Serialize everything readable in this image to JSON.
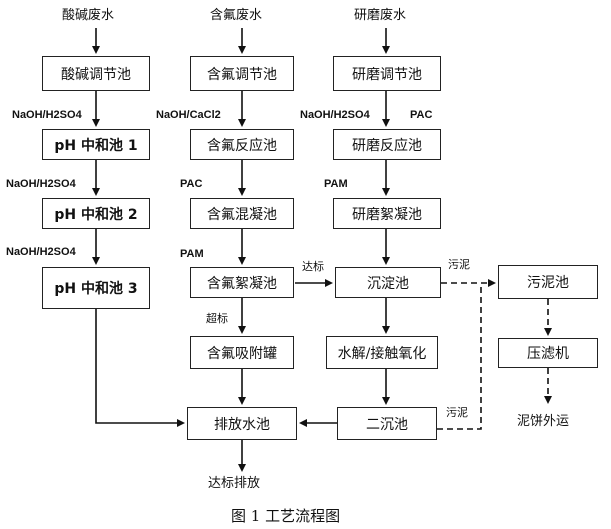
{
  "sources": {
    "acid_alkali": "酸碱废水",
    "fluoride": "含氟废水",
    "grinding": "研磨废水"
  },
  "col1": {
    "adjust": "酸碱调节池",
    "chem1": "NaOH/H2SO4",
    "ph1": "pH 中和池 1",
    "chem2": "NaOH/H2SO4",
    "ph2": "pH 中和池 2",
    "chem3": "NaOH/H2SO4",
    "ph3": "pH 中和池 3"
  },
  "col2": {
    "adjust": "含氟调节池",
    "chem1": "NaOH/CaCl2",
    "react": "含氟反应池",
    "chem2": "PAC",
    "coag": "含氟混凝池",
    "chem3": "PAM",
    "floc": "含氟絮凝池",
    "over_std": "超标",
    "adsorb": "含氟吸附罐"
  },
  "col3": {
    "adjust": "研磨调节池",
    "chem1a": "NaOH/H2SO4",
    "chem1b": "PAC",
    "react": "研磨反应池",
    "chem2": "PAM",
    "floc": "研磨絮凝池",
    "meet_std": "达标",
    "settle": "沉淀池",
    "hydro": "水解/接触氧化",
    "second": "二沉池"
  },
  "col4": {
    "sludge_label_top": "污泥",
    "sludge_pool": "污泥池",
    "press": "压滤机",
    "cake": "泥饼外运",
    "sludge_label_bottom": "污泥"
  },
  "outlet": {
    "discharge_pool": "排放水池",
    "final": "达标排放"
  },
  "caption": "图 1 工艺流程图"
}
